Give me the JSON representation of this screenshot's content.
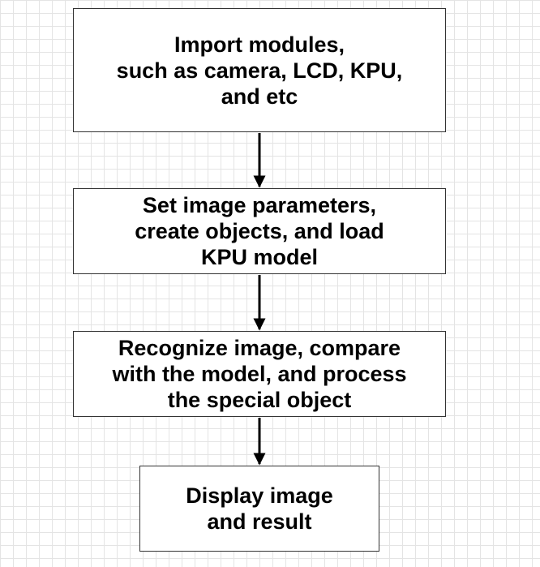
{
  "flowchart": {
    "steps": [
      {
        "lines": [
          "Import modules,",
          "such as camera, LCD, KPU,",
          "and etc"
        ]
      },
      {
        "lines": [
          "Set image parameters,",
          "create objects, and load",
          "KPU model"
        ]
      },
      {
        "lines": [
          "Recognize image, compare",
          "with the model, and process",
          "the special object"
        ]
      },
      {
        "lines": [
          "Display image",
          "and result"
        ]
      }
    ],
    "colors": {
      "border": "#333333",
      "arrow": "#000000",
      "grid": "#e4e4e4"
    }
  }
}
